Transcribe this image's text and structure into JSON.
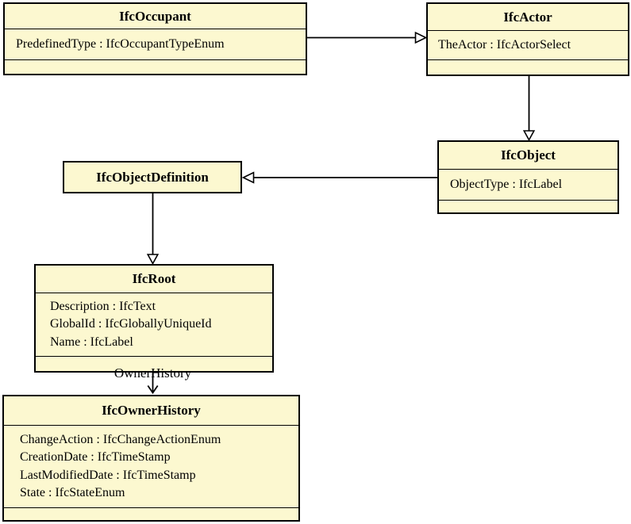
{
  "diagram": {
    "kind": "uml-class-diagram",
    "colors": {
      "box_fill": "#fcf8d0",
      "border": "#000000",
      "background": "#ffffff",
      "text": "#000000"
    },
    "classes": [
      {
        "name": "IfcOccupant",
        "attributes": [
          "PredefinedType : IfcOccupantTypeEnum"
        ]
      },
      {
        "name": "IfcActor",
        "attributes": [
          "TheActor : IfcActorSelect"
        ]
      },
      {
        "name": "IfcObject",
        "attributes": [
          "ObjectType : IfcLabel"
        ]
      },
      {
        "name": "IfcObjectDefinition",
        "attributes": []
      },
      {
        "name": "IfcRoot",
        "attributes": [
          "Description : IfcText",
          "GlobalId : IfcGloballyUniqueId",
          "Name : IfcLabel"
        ]
      },
      {
        "name": "IfcOwnerHistory",
        "attributes": [
          "ChangeAction : IfcChangeActionEnum",
          "CreationDate : IfcTimeStamp",
          "LastModifiedDate : IfcTimeStamp",
          "State : IfcStateEnum"
        ]
      }
    ],
    "relationships": [
      {
        "from": "IfcOccupant",
        "to": "IfcActor",
        "type": "generalization"
      },
      {
        "from": "IfcActor",
        "to": "IfcObject",
        "type": "generalization"
      },
      {
        "from": "IfcObject",
        "to": "IfcObjectDefinition",
        "type": "generalization"
      },
      {
        "from": "IfcObjectDefinition",
        "to": "IfcRoot",
        "type": "generalization"
      },
      {
        "from": "IfcRoot",
        "to": "IfcOwnerHistory",
        "type": "association",
        "label": "OwnerHistory"
      }
    ]
  }
}
